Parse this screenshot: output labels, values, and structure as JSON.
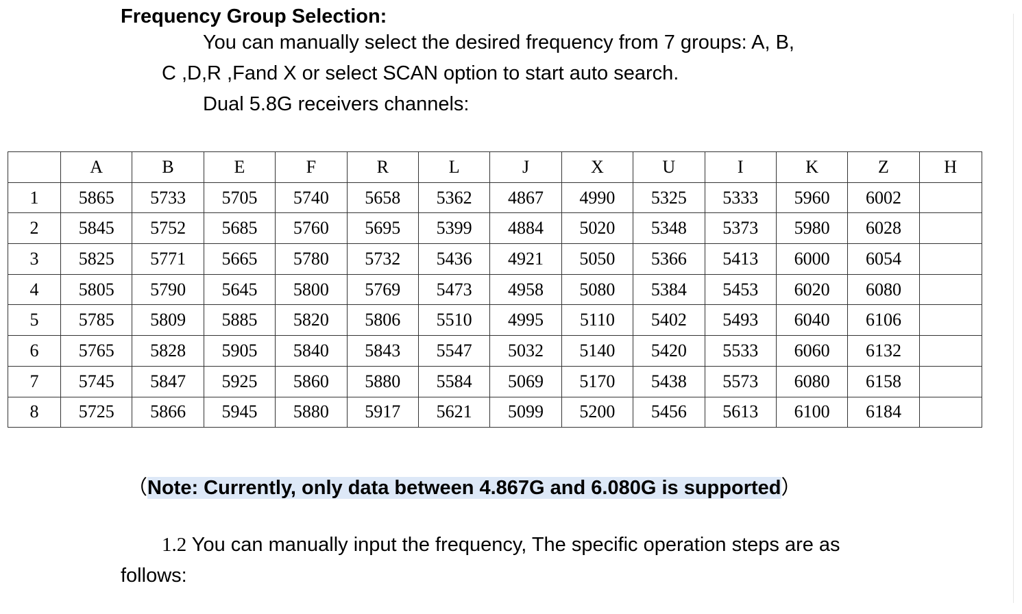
{
  "heading": "Frequency Group Selection:",
  "intro_line1": "You can manually select the desired frequency from 7 groups: A, B,",
  "intro_line2": "C ,D,R ,Fand X or select SCAN option to start auto search.",
  "intro_line3": "Dual 5.8G receivers channels:",
  "table": {
    "headers": [
      "",
      "A",
      "B",
      "E",
      "F",
      "R",
      "L",
      "J",
      "X",
      "U",
      "I",
      "K",
      "Z",
      "H"
    ],
    "rows": [
      [
        "1",
        "5865",
        "5733",
        "5705",
        "5740",
        "5658",
        "5362",
        "4867",
        "4990",
        "5325",
        "5333",
        "5960",
        "6002",
        ""
      ],
      [
        "2",
        "5845",
        "5752",
        "5685",
        "5760",
        "5695",
        "5399",
        "4884",
        "5020",
        "5348",
        "5373",
        "5980",
        "6028",
        ""
      ],
      [
        "3",
        "5825",
        "5771",
        "5665",
        "5780",
        "5732",
        "5436",
        "4921",
        "5050",
        "5366",
        "5413",
        "6000",
        "6054",
        ""
      ],
      [
        "4",
        "5805",
        "5790",
        "5645",
        "5800",
        "5769",
        "5473",
        "4958",
        "5080",
        "5384",
        "5453",
        "6020",
        "6080",
        ""
      ],
      [
        "5",
        "5785",
        "5809",
        "5885",
        "5820",
        "5806",
        "5510",
        "4995",
        "5110",
        "5402",
        "5493",
        "6040",
        "6106",
        ""
      ],
      [
        "6",
        "5765",
        "5828",
        "5905",
        "5840",
        "5843",
        "5547",
        "5032",
        "5140",
        "5420",
        "5533",
        "6060",
        "6132",
        ""
      ],
      [
        "7",
        "5745",
        "5847",
        "5925",
        "5860",
        "5880",
        "5584",
        "5069",
        "5170",
        "5438",
        "5573",
        "6080",
        "6158",
        ""
      ],
      [
        "8",
        "5725",
        "5866",
        "5945",
        "5880",
        "5917",
        "5621",
        "5099",
        "5200",
        "5456",
        "5613",
        "6100",
        "6184",
        ""
      ]
    ]
  },
  "note": {
    "open_paren": "（",
    "text": "Note: Currently, only data between 4.867G and 6.080G is supported",
    "close_paren": "）"
  },
  "step_number": "1.2",
  "step_text": " You can manually input the frequency,  The specific operation steps are as",
  "step_text_cont": "follows:",
  "colors": {
    "note_highlight": "#dde8f7",
    "table_border": "#333333"
  }
}
